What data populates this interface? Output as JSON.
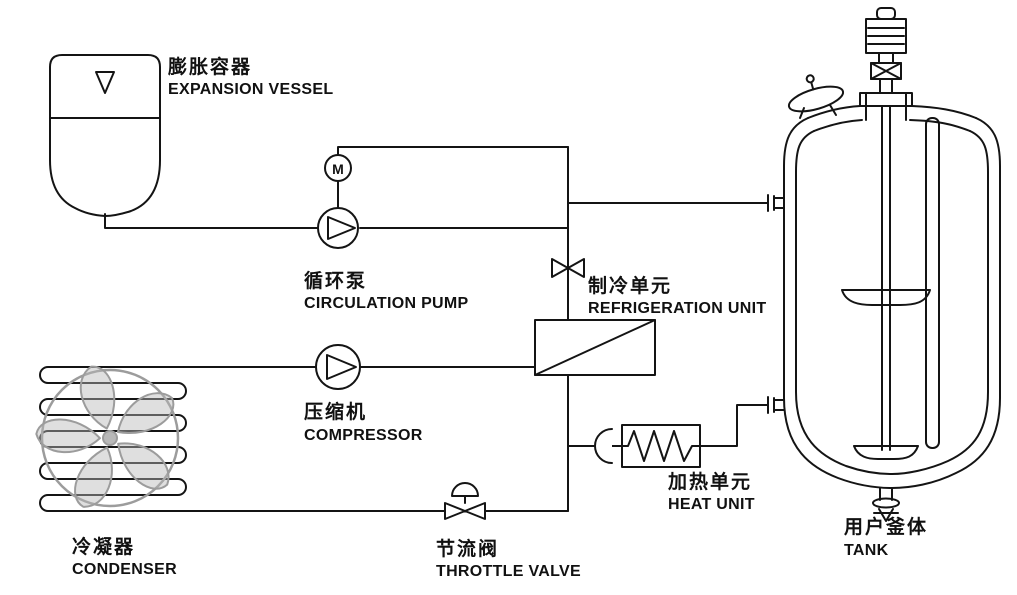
{
  "diagram": {
    "type": "process-flow",
    "labels": {
      "expansion_vessel": {
        "zh": "膨胀容器",
        "en": "EXPANSION VESSEL"
      },
      "circulation_pump": {
        "zh": "循环泵",
        "en": "CIRCULATION PUMP"
      },
      "refrigeration_unit": {
        "zh": "制冷单元",
        "en": "REFRIGERATION UNIT"
      },
      "compressor": {
        "zh": "压缩机",
        "en": "COMPRESSOR"
      },
      "condenser": {
        "zh": "冷凝器",
        "en": "CONDENSER"
      },
      "throttle_valve": {
        "zh": "节流阀",
        "en": "THROTTLE VALVE"
      },
      "heat_unit": {
        "zh": "加热单元",
        "en": "HEAT UNIT"
      },
      "tank": {
        "zh": "用户釜体",
        "en": "TANK"
      }
    },
    "symbols": {
      "pump_motor": "M"
    },
    "colors": {
      "line": "#141414",
      "fan": "#9c9c9c",
      "background": "#ffffff"
    }
  }
}
